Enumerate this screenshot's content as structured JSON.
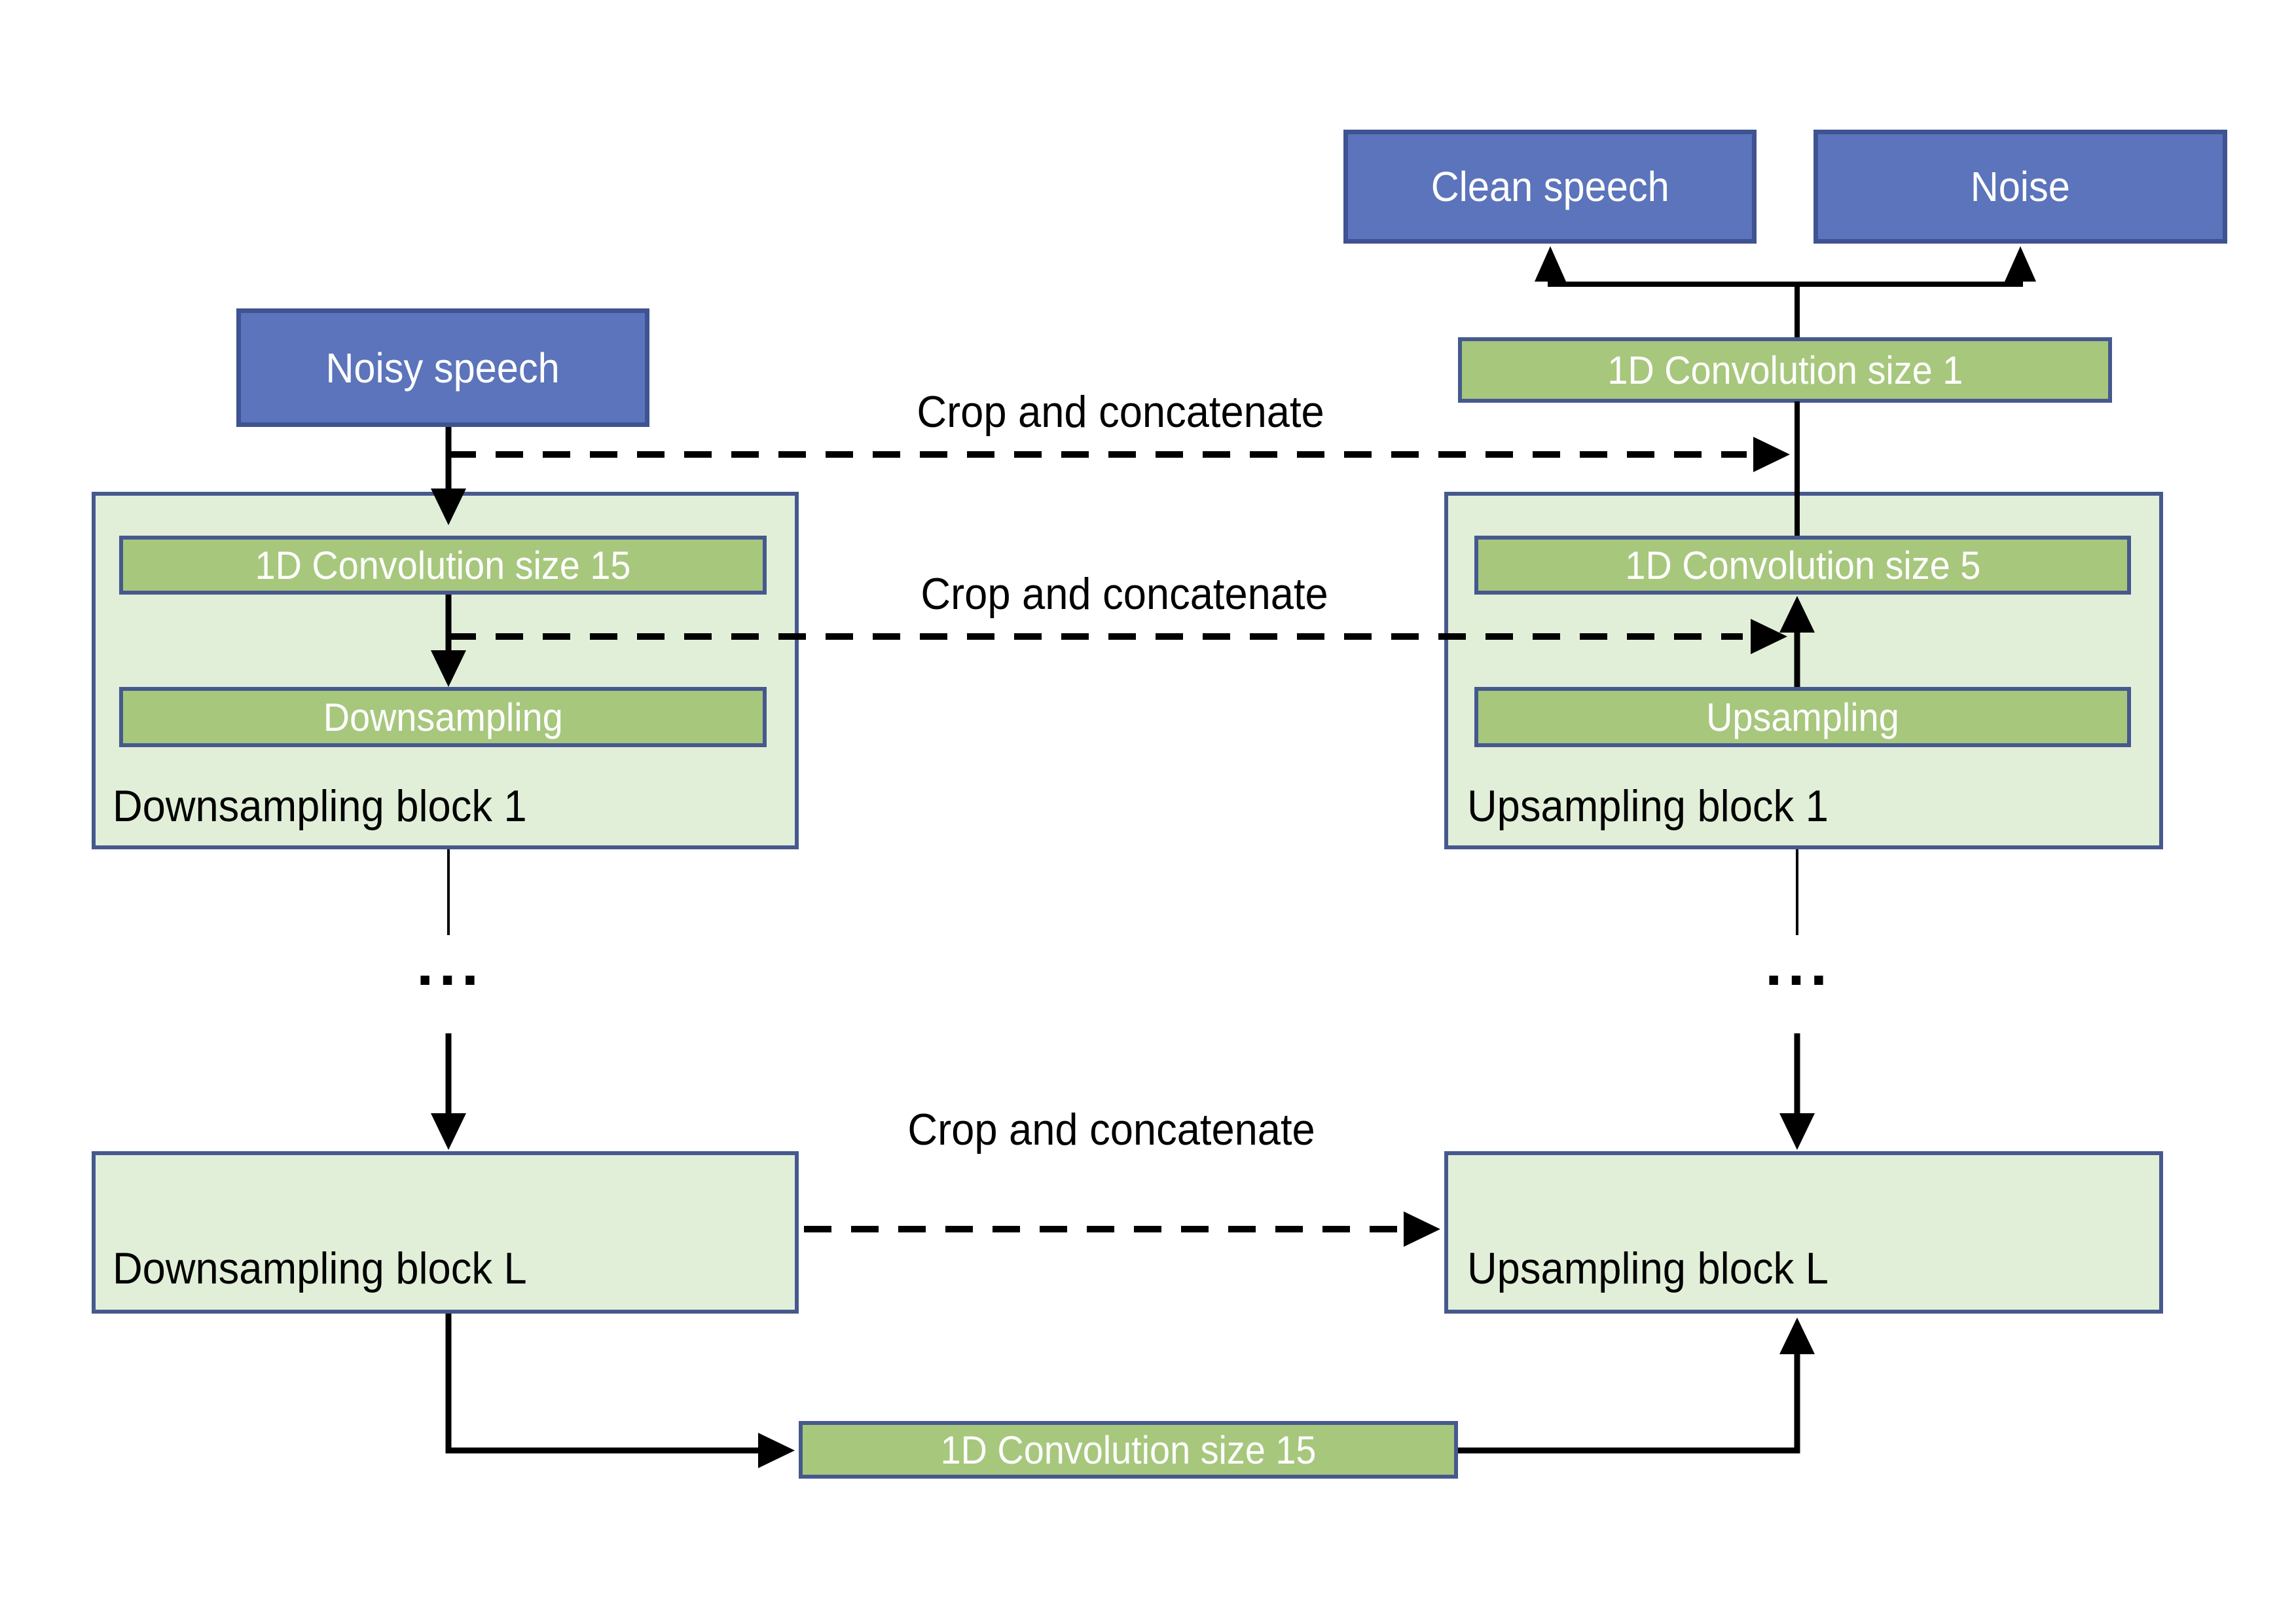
{
  "diagram": {
    "type": "architecture-flow-diagram",
    "description": "Wave-U-Net style speech enhancement network",
    "colors": {
      "io_box_fill": "#5B74BB",
      "io_box_border": "#3F5392",
      "op_box_fill": "#A7C77D",
      "op_box_border": "#46598E",
      "block_fill": "#E2EFD8",
      "block_border": "#46598E",
      "arrow": "#000000",
      "background": "#FFFFFF",
      "text_on_boxes": "#FFFFFF",
      "label_text": "#000000"
    },
    "io_nodes": {
      "noisy_speech": "Noisy speech",
      "clean_speech": "Clean speech",
      "noise": "Noise"
    },
    "op_nodes": {
      "conv1": "1D Convolution size 1",
      "conv15_down": "1D Convolution size 15",
      "downsampling": "Downsampling",
      "conv5_up": "1D Convolution size 5",
      "upsampling": "Upsampling",
      "conv15_bottleneck": "1D Convolution size 15"
    },
    "blocks": {
      "down_block_1": "Downsampling block 1",
      "up_block_1": "Upsampling block 1",
      "down_block_L": "Downsampling block L",
      "up_block_L": "Upsampling block L"
    },
    "edge_labels": {
      "crop_concat_1": "Crop and concatenate",
      "crop_concat_2": "Crop and concatenate",
      "crop_concat_3": "Crop and concatenate",
      "ellipsis_left": "...",
      "ellipsis_right": "..."
    }
  }
}
